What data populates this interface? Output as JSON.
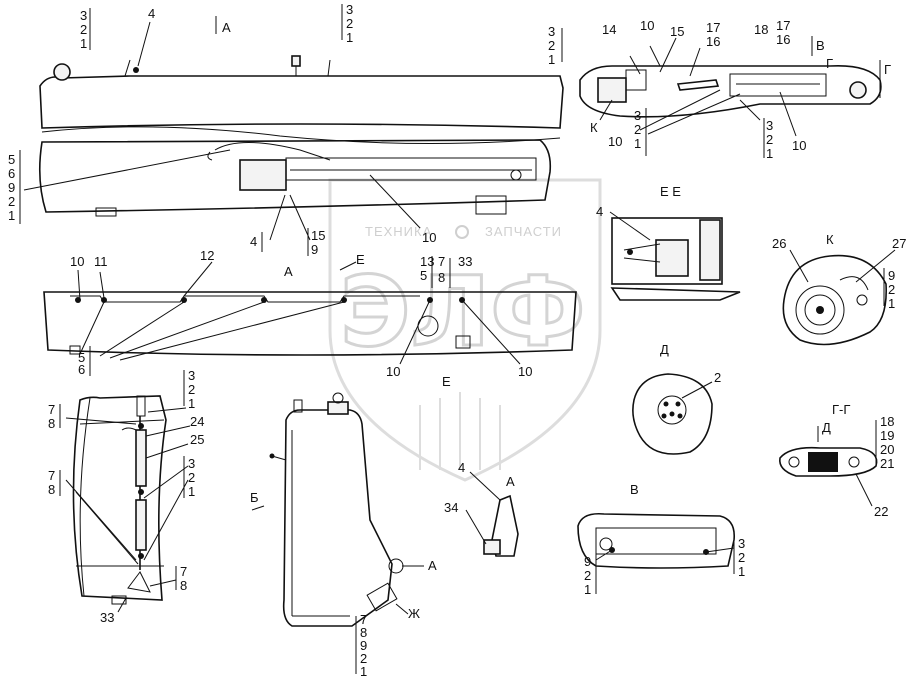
{
  "watermark": {
    "left_text": "ТЕХНИКА",
    "right_text": "ЗАПЧАСТИ",
    "monogram": "ЭЛФ",
    "brand_color": "#d4d4d4"
  },
  "view_labels": {
    "top_A": "А",
    "mid_A": "А",
    "right_V": "В",
    "right_G": "Г",
    "right_G2": "Г",
    "EE_title": "Е Е",
    "K_title": "К",
    "D_title": "Д",
    "GG_title": "Г-Г",
    "B_bottom": "В",
    "E_mid": "Е",
    "E_bottom": "Е",
    "D_small": "Д",
    "A_bottom": "А",
    "A_tank": "А",
    "B_tank": "Б",
    "Zh_tank": "Ж",
    "K_leader": "К"
  },
  "callouts": {
    "top_left_stack": [
      "3",
      "2",
      "1"
    ],
    "top_4": "4",
    "top_mid_stack": [
      "3",
      "2",
      "1"
    ],
    "left_stack": [
      "5",
      "6",
      "9",
      "2",
      "1"
    ],
    "mid_4": "4",
    "mid_15_9": [
      "15",
      "9"
    ],
    "mid_10": "10",
    "upper_right_stack": [
      "3",
      "2",
      "1"
    ],
    "ur_14": "14",
    "ur_10a": "10",
    "ur_15": "15",
    "ur_17_16a": [
      "17",
      "16"
    ],
    "ur_18": "18",
    "ur_17_16b": [
      "17",
      "16"
    ],
    "ur_K": "К",
    "ur_10b": "10",
    "ur_3_2_1a": [
      "3",
      "2",
      "1"
    ],
    "ur_3_2_1b": [
      "3",
      "2",
      "1"
    ],
    "ur_10c": "10",
    "ee_4": "4",
    "k_26": "26",
    "k_27": "27",
    "k_9_2_1": [
      "9",
      "2",
      "1"
    ],
    "mid_10b": "10",
    "mid_11": "11",
    "mid_12": "12",
    "mid_13_5": [
      "13",
      "5"
    ],
    "mid_7_8": [
      "7",
      "8"
    ],
    "mid_33": "33",
    "mid_5_6": [
      "5",
      "6"
    ],
    "mid_10c": "10",
    "mid_10d": "10",
    "d_2": "2",
    "gg_18_19_20_21": [
      "18",
      "19",
      "20",
      "21"
    ],
    "gg_22": "22",
    "bl_3_2_1": [
      "3",
      "2",
      "1"
    ],
    "bl_7_8a": [
      "7",
      "8"
    ],
    "bl_24": "24",
    "bl_25": "25",
    "bl_7_8b": [
      "7",
      "8"
    ],
    "bl_3_2_1b": [
      "3",
      "2",
      "1"
    ],
    "bl_7_8c": [
      "7",
      "8"
    ],
    "bl_33": "33",
    "b_9_2_1": [
      "9",
      "2",
      "1"
    ],
    "b_3_2_1": [
      "3",
      "2",
      "1"
    ],
    "tank_7_8_9_2_1": [
      "7",
      "8",
      "9",
      "2",
      "1"
    ],
    "bot_4": "4",
    "bot_34": "34"
  }
}
